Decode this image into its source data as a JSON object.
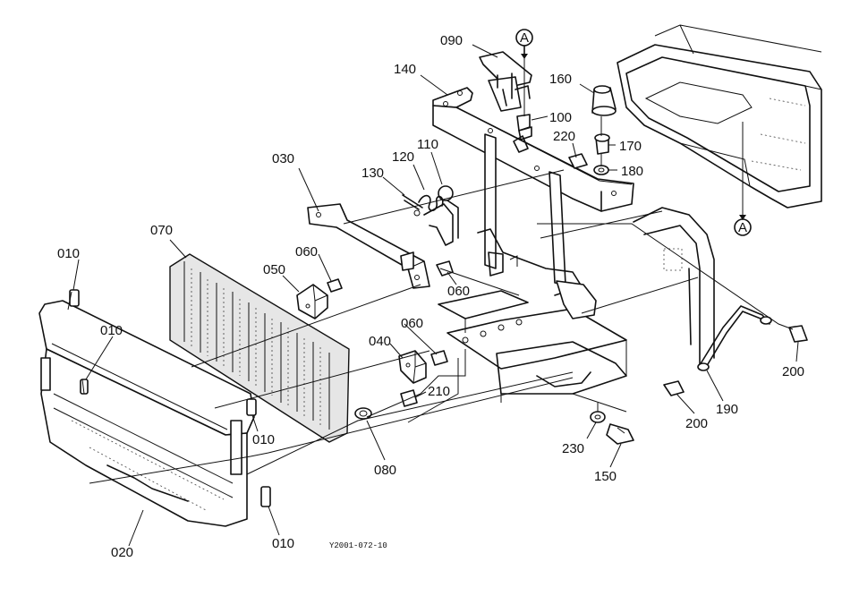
{
  "figure_code": "Y2001-072-10",
  "reference_mark": "A",
  "callouts": {
    "p010a": "010",
    "p010b": "010",
    "p010c": "010",
    "p010d": "010",
    "p020": "020",
    "p030": "030",
    "p040": "040",
    "p050": "050",
    "p060a": "060",
    "p060b": "060",
    "p060c": "060",
    "p070": "070",
    "p080": "080",
    "p090": "090",
    "p100": "100",
    "p110": "110",
    "p120": "120",
    "p130": "130",
    "p140": "140",
    "p150": "150",
    "p160": "160",
    "p170": "170",
    "p180": "180",
    "p190": "190",
    "p200a": "200",
    "p200b": "200",
    "p210": "210",
    "p220": "220",
    "p230": "230"
  }
}
